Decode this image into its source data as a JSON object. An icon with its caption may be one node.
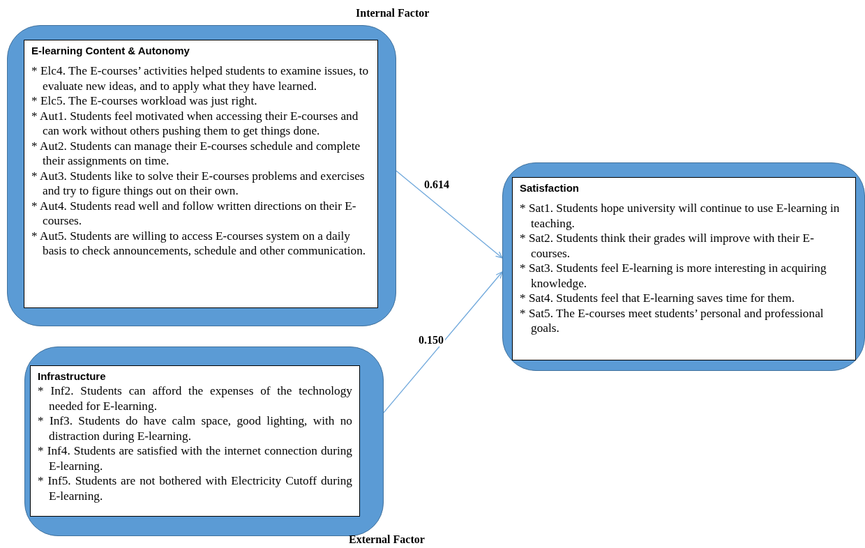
{
  "diagram": {
    "nodes": [
      {
        "text": [
          "Internal Factor"
        ]
      },
      {
        "text": [
          "E-learning Content & Autonomy",
          "* Elc4. The E-courses’ activities helped students to examine issues, to evaluate new ideas, and to apply what they have learned.",
          "* Elc5. The E-courses workload was just right.",
          "* Aut1. Students feel motivated when accessing their E-courses and can work without others pushing them to get things done.",
          "* Aut2. Students can manage their E-courses schedule and complete their assignments on time.",
          "* Aut3. Students like to solve their E-courses problems and exercises and try to figure things out on their own.",
          "* Aut4. Students read well and follow written directions on their E-courses.",
          "* Aut5. Students are willing to access E-courses system on a daily basis to check announcements, schedule and other communication."
        ],
        "in": 0
      },
      {
        "text": [],
        "shape": "box"
      },
      {
        "text": [
          "Satisfaction",
          "* Sat1. Students hope university will continue to use E-learning in teaching.",
          "* Sat2. Students think their grades will improve with their E-courses.",
          "* Sat3. Students feel E-learning is more interesting in acquiring knowledge.",
          "* Sat4. Students feel that E-learning saves time for them.",
          "* Sat5. The E-courses meet students’ personal and professional goals."
        ],
        "in": 2
      },
      {
        "text": [
          "External Factor"
        ]
      },
      {
        "text": [
          "Infrastructure",
          "* Inf2. Students can afford the expenses of the technology needed for E-learning.",
          "* Inf3. Students do have calm space, good lighting, with no distraction during E-learning.",
          "* Inf4. Students are satisfied with the internet connection during E-learning.",
          "* Inf5. Students are not bothered with Electricity Cutoff during E-learning."
        ],
        "in": 4
      }
    ],
    "edges": [
      {
        "from": 0,
        "to": 2,
        "arrow": "to",
        "label": "0.614"
      },
      {
        "from": 4,
        "to": 2,
        "arrow": "to",
        "label": "0.150"
      }
    ]
  }
}
